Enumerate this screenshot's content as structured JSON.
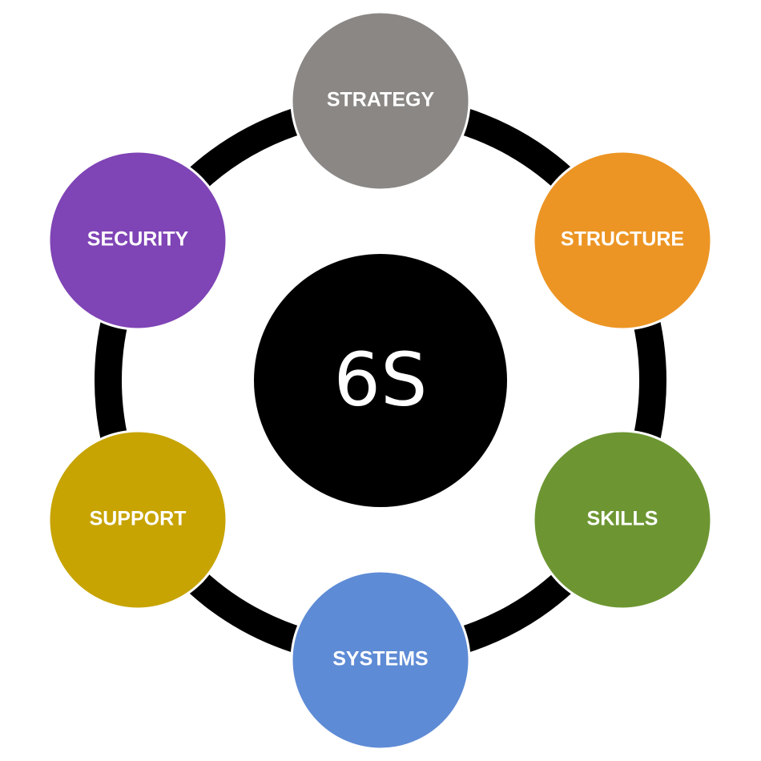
{
  "diagram": {
    "center": {
      "label": "6S",
      "color": "#000000"
    },
    "ring_color": "#000000",
    "nodes": [
      {
        "label": "STRATEGY",
        "color": "#8a8785"
      },
      {
        "label": "STRUCTURE",
        "color": "#ec9524"
      },
      {
        "label": "SKILLS",
        "color": "#6d9632"
      },
      {
        "label": "SYSTEMS",
        "color": "#5e8bd5"
      },
      {
        "label": "SUPPORT",
        "color": "#c7a401"
      },
      {
        "label": "SECURITY",
        "color": "#7f44b5"
      }
    ]
  }
}
